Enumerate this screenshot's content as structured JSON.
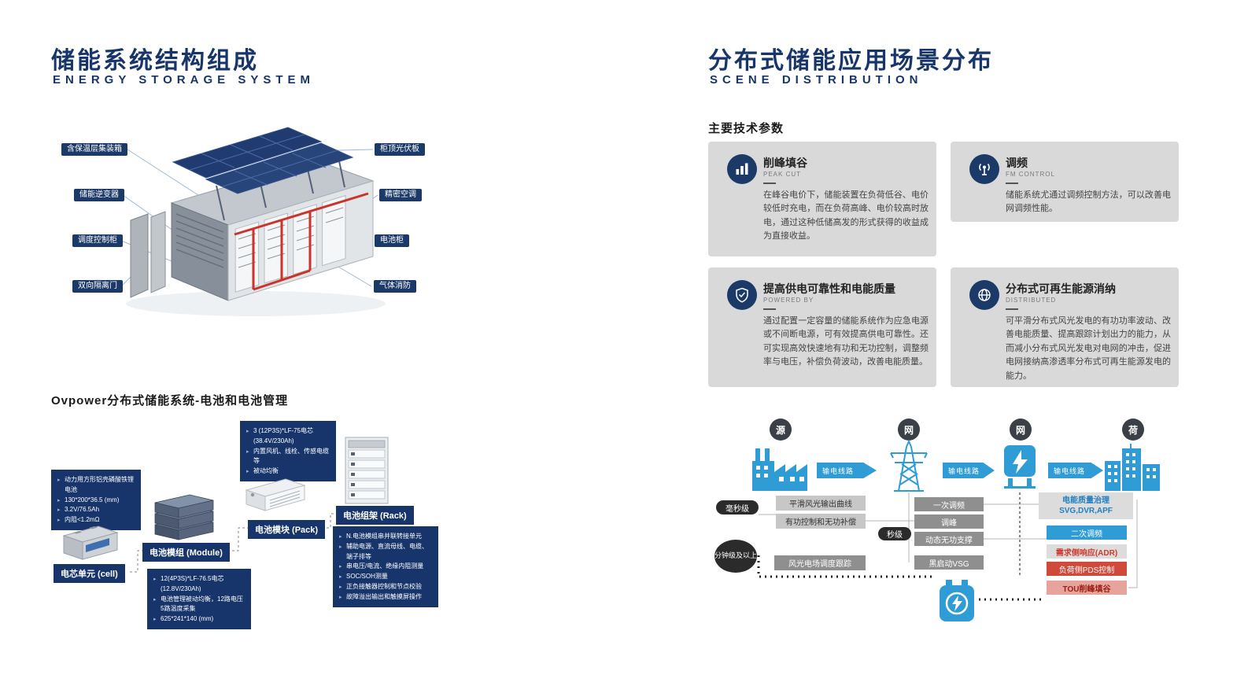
{
  "colors": {
    "navy": "#17356b",
    "blue": "#2f9cd5",
    "card_gray": "#d9d9d9",
    "red": "#cf4130"
  },
  "left_page": {
    "title": "储能系统结构组成",
    "subtitle": "ENERGY STORAGE SYSTEM",
    "callouts_left": [
      "含保温层集装箱",
      "储能逆变器",
      "调度控制柜",
      "双向隔离门"
    ],
    "callouts_right": [
      "柜顶光伏板",
      "精密空调",
      "电池柜",
      "气体消防"
    ],
    "battery_section_title": "Ovpower分布式储能系统-电池和电池管理",
    "cell": {
      "label": "电芯单元 (cell)",
      "specs": [
        "动力用方形铝壳磷酸铁锂电池",
        "130*200*36.5 (mm)",
        "3.2V/76.5Ah",
        "内阻<1.2mΩ"
      ]
    },
    "module": {
      "label": "电池模组 (Module)",
      "specs": [
        "12(4P3S)*LF-76.5电芯 (12.8V/230Ah)",
        "电池管理被动均衡，12路电压",
        "5路温度采集",
        "625*241*140 (mm)"
      ]
    },
    "pack": {
      "label": "电池模块 (Pack)",
      "specs": [
        "3 (12P3S)*LF-75电芯",
        "(38.4V/230Ah)",
        "内置风机、线栓、传感电缆等",
        "被动均衡"
      ]
    },
    "rack": {
      "label": "电池组架 (Rack)",
      "specs": [
        "N.电池模组串并联转接单元",
        "辅助电源、直流母线、电缆、端子排等",
        "串电压/电流、绝缘内阻测量",
        "SOC/SOH测量",
        "正负接触器控制和节点校验",
        "故障溢出输出和触摸屏操作"
      ]
    }
  },
  "right_page": {
    "title": "分布式储能应用场景分布",
    "subtitle": "SCENE DISTRIBUTION",
    "params_heading": "主要技术参数",
    "cards": [
      {
        "title": "削峰填谷",
        "tag": "PEAK CUT",
        "body": "在峰谷电价下，储能装置在负荷低谷、电价较低时充电，而在负荷高峰、电价较高时放电，通过这种低储高发的形式获得的收益成为直接收益。"
      },
      {
        "title": "调频",
        "tag": "FM CONTROL",
        "body": "储能系统尤通过调频控制方法，可以改善电网调频性能。"
      },
      {
        "title": "提高供电可靠性和电能质量",
        "tag": "POWERED BY",
        "body": "通过配置一定容量的储能系统作为应急电源或不间断电源，可有效提高供电可靠性。还可实现高效快速地有功和无功控制，调整频率与电压，补偿负荷波动，改善电能质量。"
      },
      {
        "title": "分布式可再生能源消纳",
        "tag": "DISTRIBUTED",
        "body": "可平滑分布式风光发电的有功功率波动、改善电能质量、提高跟踪计划出力的能力，从而减小分布式风光发电对电网的冲击，促进电网接纳高渗透率分布式可再生能源发电的能力。"
      }
    ],
    "flow": {
      "nodes": [
        "源",
        "网",
        "网",
        "荷"
      ],
      "line_label": "输电线路",
      "timing": [
        "毫秒级",
        "秒级",
        "分钟级及以上"
      ],
      "source_boxes": [
        "平滑风光输出曲线",
        "有功控制和无功补偿",
        "风光电场调度跟踪"
      ],
      "grid_boxes": [
        "一次调频",
        "调峰",
        "动态无功支撑",
        "黑启动VSG"
      ],
      "quality_box": "电能质量治理\nSVG,DVR,APF",
      "secondary_fm": "二次调频",
      "adr": "需求侧响应(ADR)",
      "pds": "负荷侧PDS控制",
      "tou": "TOU削峰填谷"
    }
  }
}
